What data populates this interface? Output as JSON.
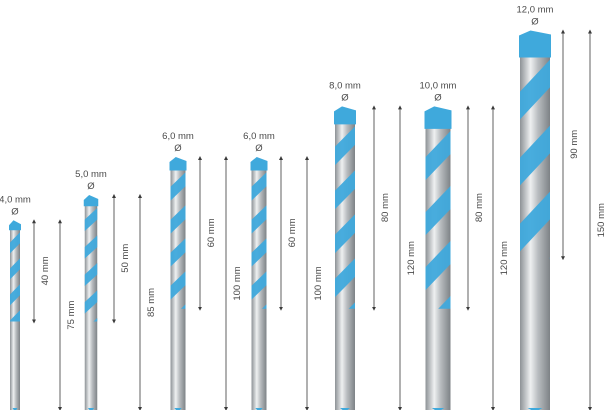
{
  "colors": {
    "flute": "#3fa9dc",
    "flute_dark": "#2a8fc4",
    "shank_light": "#e4e6e8",
    "shank_dark": "#8d9296",
    "arrow": "#3a3a3a"
  },
  "diameter_symbol": "Ø",
  "bits": [
    {
      "diameter": 4,
      "diameter_label": "4,0 mm",
      "working_length": 40,
      "working_label": "40 mm",
      "total_length": 75,
      "total_label": "75 mm"
    },
    {
      "diameter": 5,
      "diameter_label": "5,0 mm",
      "working_length": 50,
      "working_label": "50 mm",
      "total_length": 85,
      "total_label": "85 mm"
    },
    {
      "diameter": 6,
      "diameter_label": "6,0 mm",
      "working_length": 60,
      "working_label": "60 mm",
      "total_length": 100,
      "total_label": "100 mm"
    },
    {
      "diameter": 6,
      "diameter_label": "6,0 mm",
      "working_length": 60,
      "working_label": "60 mm",
      "total_length": 100,
      "total_label": "100 mm"
    },
    {
      "diameter": 8,
      "diameter_label": "8,0 mm",
      "working_length": 80,
      "working_label": "80 mm",
      "total_length": 120,
      "total_label": "120 mm"
    },
    {
      "diameter": 10,
      "diameter_label": "10,0 mm",
      "working_length": 80,
      "working_label": "80 mm",
      "total_length": 120,
      "total_label": "120 mm"
    },
    {
      "diameter": 12,
      "diameter_label": "12,0 mm",
      "working_length": 90,
      "working_label": "90 mm",
      "total_length": 150,
      "total_label": "150 mm"
    }
  ]
}
